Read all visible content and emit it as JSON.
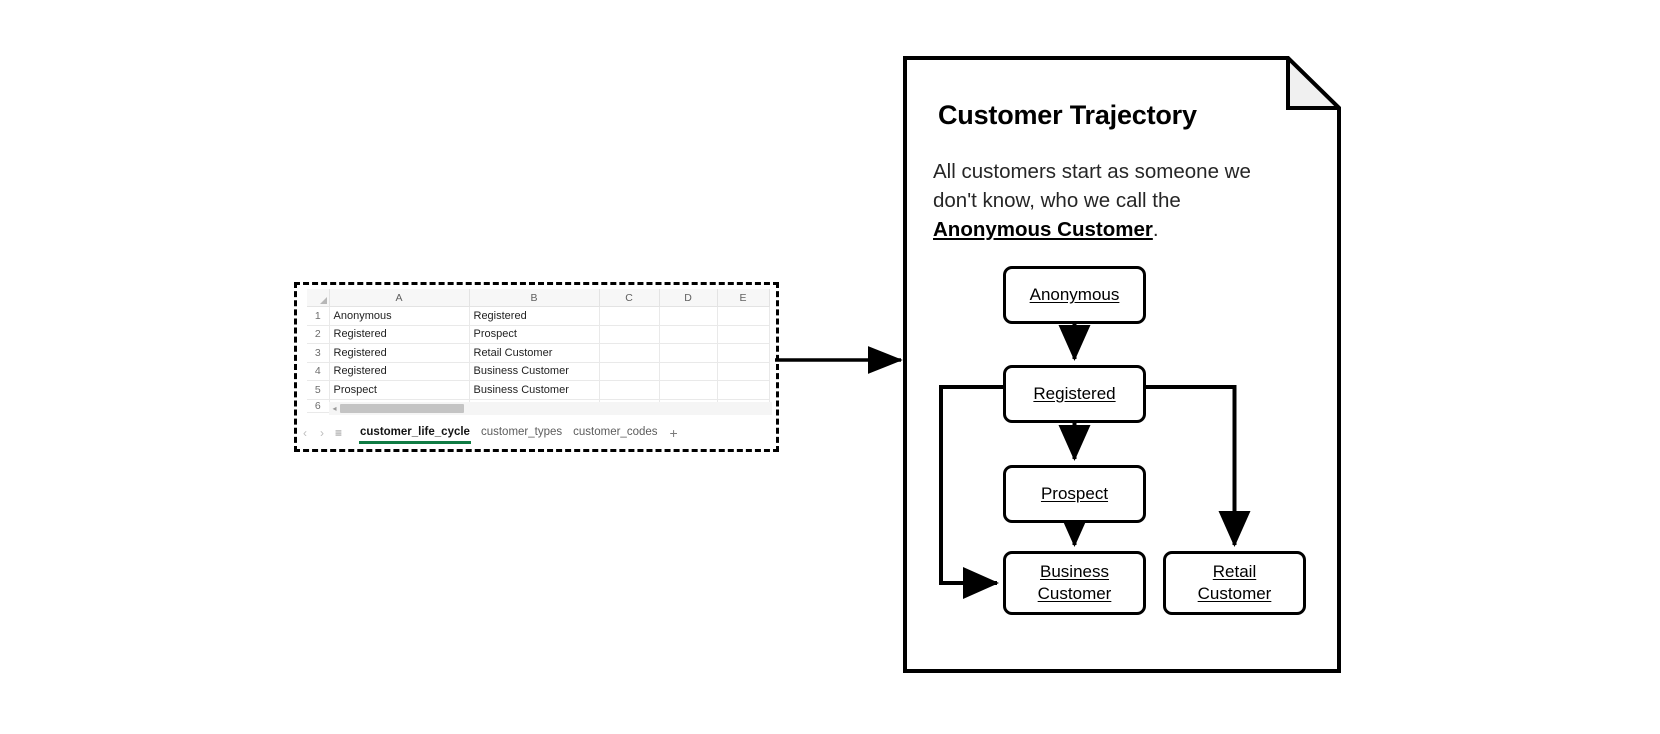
{
  "spreadsheet": {
    "columns": [
      "A",
      "B",
      "C",
      "D",
      "E"
    ],
    "rows": [
      {
        "num": "1",
        "a": "Anonymous",
        "b": "Registered",
        "c": "",
        "d": "",
        "e": ""
      },
      {
        "num": "2",
        "a": "Registered",
        "b": "Prospect",
        "c": "",
        "d": "",
        "e": ""
      },
      {
        "num": "3",
        "a": "Registered",
        "b": "Retail Customer",
        "c": "",
        "d": "",
        "e": ""
      },
      {
        "num": "4",
        "a": "Registered",
        "b": "Business Customer",
        "c": "",
        "d": "",
        "e": ""
      },
      {
        "num": "5",
        "a": "Prospect",
        "b": "Business Customer",
        "c": "",
        "d": "",
        "e": ""
      },
      {
        "num": "6",
        "a": "",
        "b": "",
        "c": "",
        "d": "",
        "e": ""
      }
    ],
    "select_all_icon": "select-all-triangle-icon",
    "scrollbar": {
      "left_arrow_glyph": "◂"
    },
    "tabbar": {
      "prev_glyph": "‹",
      "next_glyph": "›",
      "all_sheets_glyph": "≡",
      "add_glyph": "+",
      "active_accent": "#0f7b43",
      "tabs": [
        {
          "label": "customer_life_cycle",
          "active": true
        },
        {
          "label": "customer_types",
          "active": false
        },
        {
          "label": "customer_codes",
          "active": false
        }
      ]
    }
  },
  "document": {
    "title": "Customer Trajectory",
    "body_before": "All customers start as someone we don't know, who we call the ",
    "body_emphasis": "Anonymous Customer",
    "body_after": ".",
    "fold_fill": "#f0f0f0",
    "border_color": "#000000"
  },
  "flowchart": {
    "nodes": [
      {
        "id": "anonymous",
        "label": "Anonymous"
      },
      {
        "id": "registered",
        "label": "Registered"
      },
      {
        "id": "prospect",
        "label": "Prospect"
      },
      {
        "id": "business",
        "label_line1": "Business",
        "label_line2": "Customer"
      },
      {
        "id": "retail",
        "label_line1": "Retail",
        "label_line2": "Customer"
      }
    ],
    "edges": [
      {
        "from": "anonymous",
        "to": "registered"
      },
      {
        "from": "registered",
        "to": "prospect"
      },
      {
        "from": "registered",
        "to": "retail"
      },
      {
        "from": "registered",
        "to": "business"
      },
      {
        "from": "prospect",
        "to": "business"
      }
    ]
  },
  "connector": {
    "name": "spreadsheet-to-document-arrow"
  }
}
